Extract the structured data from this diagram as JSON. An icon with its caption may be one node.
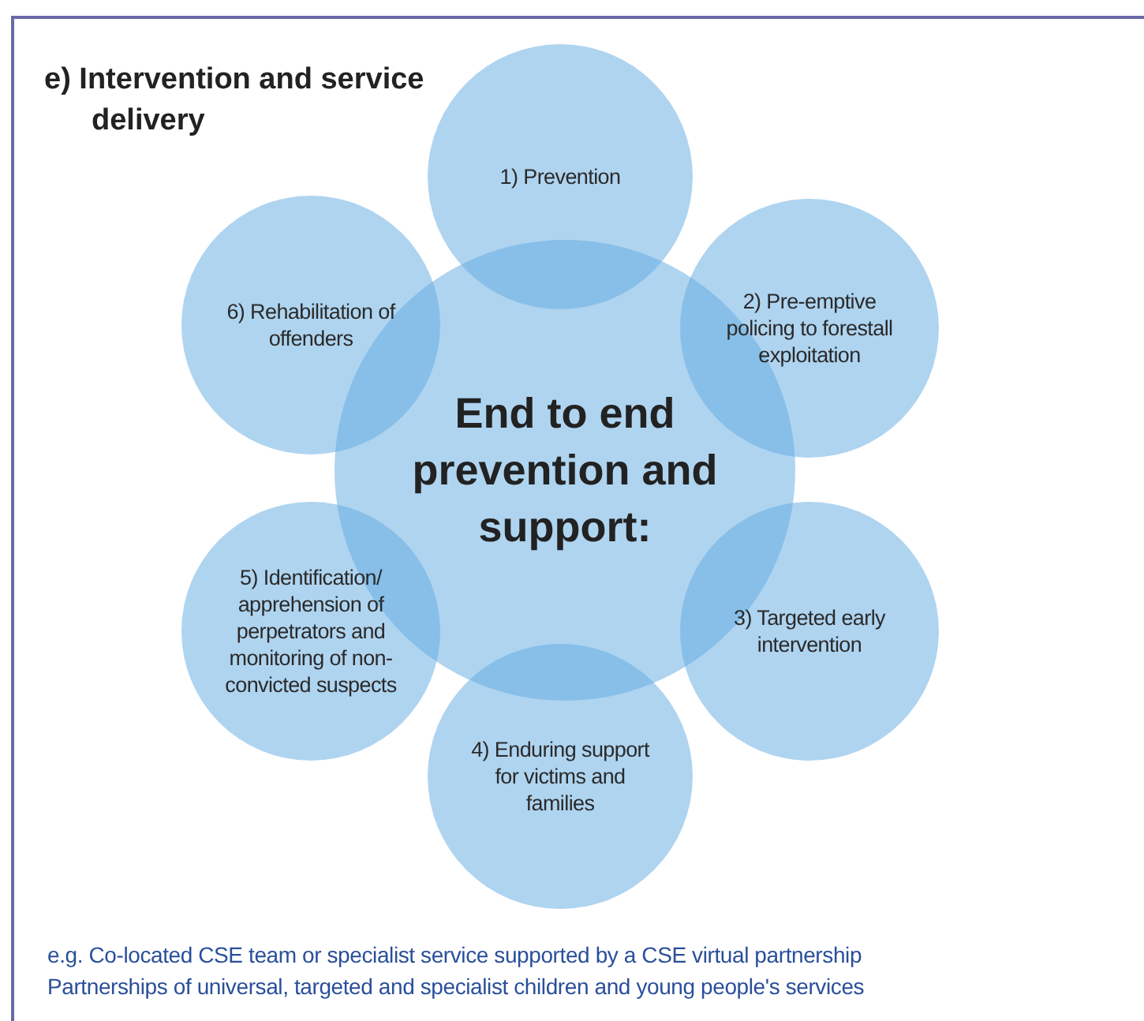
{
  "diagram": {
    "title": "e) Intervention and service delivery",
    "nodes": [
      {
        "text": [
          "End to end prevention and support:"
        ]
      },
      {
        "text": [
          "1) Prevention"
        ]
      },
      {
        "text": [
          "2) Pre-emptive policing to forestall exploitation"
        ]
      },
      {
        "text": [
          "3) Targeted early intervention"
        ]
      },
      {
        "text": [
          "4) Enduring support for victims and families"
        ]
      },
      {
        "text": [
          "5) Identification/ apprehension of perpetrators and monitoring of non-convicted suspects"
        ]
      },
      {
        "text": [
          "6) Rehabilitation of offenders"
        ]
      }
    ],
    "edges": [],
    "labels": [
      "e.g. Co-located CSE team or specialist service supported by a CSE virtual partnership",
      "Partnerships of universal, targeted and specialist children and young people's services"
    ]
  }
}
